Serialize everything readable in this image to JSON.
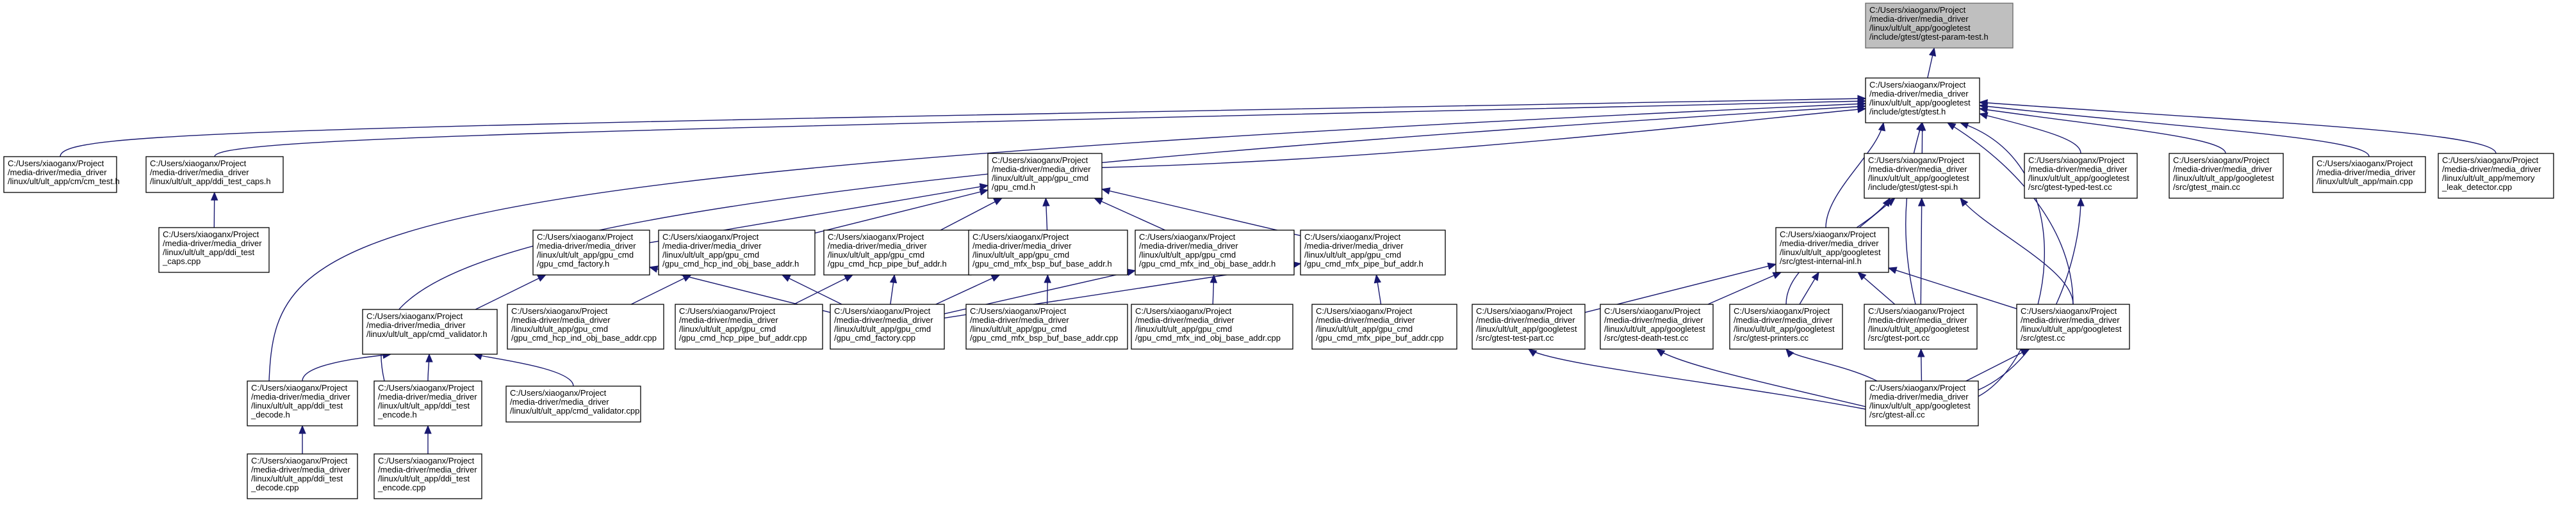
{
  "graph": {
    "nodes": [
      {
        "id": "root",
        "lines": [
          "C:/Users/xiaoganx/Project",
          "/media-driver/media_driver",
          "/linux/ult/ult_app/googletest",
          "/include/gtest/gtest-param-test.h"
        ]
      },
      {
        "id": "gtest_h",
        "lines": [
          "C:/Users/xiaoganx/Project",
          "/media-driver/media_driver",
          "/linux/ult/ult_app/googletest",
          "/include/gtest/gtest.h"
        ]
      },
      {
        "id": "cm_test",
        "lines": [
          "C:/Users/xiaoganx/Project",
          "/media-driver/media_driver",
          "/linux/ult/ult_app/cm/cm_test.h"
        ]
      },
      {
        "id": "ddi_test_caps_h",
        "lines": [
          "C:/Users/xiaoganx/Project",
          "/media-driver/media_driver",
          "/linux/ult/ult_app/ddi_test_caps.h"
        ]
      },
      {
        "id": "ddi_test_caps_cpp",
        "lines": [
          "C:/Users/xiaoganx/Project",
          "/media-driver/media_driver",
          "/linux/ult/ult_app/ddi_test",
          "_caps.cpp"
        ]
      },
      {
        "id": "gpu_cmd_h",
        "lines": [
          "C:/Users/xiaoganx/Project",
          "/media-driver/media_driver",
          "/linux/ult/ult_app/gpu_cmd",
          "/gpu_cmd.h"
        ]
      },
      {
        "id": "gpu_cmd_factory_h",
        "lines": [
          "C:/Users/xiaoganx/Project",
          "/media-driver/media_driver",
          "/linux/ult/ult_app/gpu_cmd",
          "/gpu_cmd_factory.h"
        ]
      },
      {
        "id": "hcp_ind",
        "lines": [
          "C:/Users/xiaoganx/Project",
          "/media-driver/media_driver",
          "/linux/ult/ult_app/gpu_cmd",
          "/gpu_cmd_hcp_ind_obj_base_addr.h"
        ]
      },
      {
        "id": "hcp_pipe",
        "lines": [
          "C:/Users/xiaoganx/Project",
          "/media-driver/media_driver",
          "/linux/ult/ult_app/gpu_cmd",
          "/gpu_cmd_hcp_pipe_buf_addr.h"
        ]
      },
      {
        "id": "mfx_bsp",
        "lines": [
          "C:/Users/xiaoganx/Project",
          "/media-driver/media_driver",
          "/linux/ult/ult_app/gpu_cmd",
          "/gpu_cmd_mfx_bsp_buf_base_addr.h"
        ]
      },
      {
        "id": "mfx_ind",
        "lines": [
          "C:/Users/xiaoganx/Project",
          "/media-driver/media_driver",
          "/linux/ult/ult_app/gpu_cmd",
          "/gpu_cmd_mfx_ind_obj_base_addr.h"
        ]
      },
      {
        "id": "mfx_pipe",
        "lines": [
          "C:/Users/xiaoganx/Project",
          "/media-driver/media_driver",
          "/linux/ult/ult_app/gpu_cmd",
          "/gpu_cmd_mfx_pipe_buf_addr.h"
        ]
      },
      {
        "id": "cmd_validator_h",
        "lines": [
          "C:/Users/xiaoganx/Project",
          "/media-driver/media_driver",
          "/linux/ult/ult_app/cmd_validator.h"
        ]
      },
      {
        "id": "hcp_ind_cpp",
        "lines": [
          "C:/Users/xiaoganx/Project",
          "/media-driver/media_driver",
          "/linux/ult/ult_app/gpu_cmd",
          "/gpu_cmd_hcp_ind_obj_base_addr.cpp"
        ]
      },
      {
        "id": "hcp_pipe_cpp",
        "lines": [
          "C:/Users/xiaoganx/Project",
          "/media-driver/media_driver",
          "/linux/ult/ult_app/gpu_cmd",
          "/gpu_cmd_hcp_pipe_buf_addr.cpp"
        ]
      },
      {
        "id": "factory_cpp",
        "lines": [
          "C:/Users/xiaoganx/Project",
          "/media-driver/media_driver",
          "/linux/ult/ult_app/gpu_cmd",
          "/gpu_cmd_factory.cpp"
        ]
      },
      {
        "id": "mfx_bsp_cpp",
        "lines": [
          "C:/Users/xiaoganx/Project",
          "/media-driver/media_driver",
          "/linux/ult/ult_app/gpu_cmd",
          "/gpu_cmd_mfx_bsp_buf_base_addr.cpp"
        ]
      },
      {
        "id": "mfx_ind_cpp",
        "lines": [
          "C:/Users/xiaoganx/Project",
          "/media-driver/media_driver",
          "/linux/ult/ult_app/gpu_cmd",
          "/gpu_cmd_mfx_ind_obj_base_addr.cpp"
        ]
      },
      {
        "id": "mfx_pipe_cpp",
        "lines": [
          "C:/Users/xiaoganx/Project",
          "/media-driver/media_driver",
          "/linux/ult/ult_app/gpu_cmd",
          "/gpu_cmd_mfx_pipe_buf_addr.cpp"
        ]
      },
      {
        "id": "cmd_validator_cpp",
        "lines": [
          "C:/Users/xiaoganx/Project",
          "/media-driver/media_driver",
          "/linux/ult/ult_app/cmd_validator.cpp"
        ]
      },
      {
        "id": "ddi_decode_h",
        "lines": [
          "C:/Users/xiaoganx/Project",
          "/media-driver/media_driver",
          "/linux/ult/ult_app/ddi_test",
          "_decode.h"
        ]
      },
      {
        "id": "ddi_encode_h",
        "lines": [
          "C:/Users/xiaoganx/Project",
          "/media-driver/media_driver",
          "/linux/ult/ult_app/ddi_test",
          "_encode.h"
        ]
      },
      {
        "id": "ddi_decode_cpp",
        "lines": [
          "C:/Users/xiaoganx/Project",
          "/media-driver/media_driver",
          "/linux/ult/ult_app/ddi_test",
          "_decode.cpp"
        ]
      },
      {
        "id": "ddi_encode_cpp",
        "lines": [
          "C:/Users/xiaoganx/Project",
          "/media-driver/media_driver",
          "/linux/ult/ult_app/ddi_test",
          "_encode.cpp"
        ]
      },
      {
        "id": "gtest_spi",
        "lines": [
          "C:/Users/xiaoganx/Project",
          "/media-driver/media_driver",
          "/linux/ult/ult_app/googletest",
          "/include/gtest/gtest-spi.h"
        ]
      },
      {
        "id": "typed_test",
        "lines": [
          "C:/Users/xiaoganx/Project",
          "/media-driver/media_driver",
          "/linux/ult/ult_app/googletest",
          "/src/gtest-typed-test.cc"
        ]
      },
      {
        "id": "gtest_main",
        "lines": [
          "C:/Users/xiaoganx/Project",
          "/media-driver/media_driver",
          "/linux/ult/ult_app/googletest",
          "/src/gtest_main.cc"
        ]
      },
      {
        "id": "main_cpp",
        "lines": [
          "C:/Users/xiaoganx/Project",
          "/media-driver/media_driver",
          "/linux/ult/ult_app/main.cpp"
        ]
      },
      {
        "id": "memory_leak",
        "lines": [
          "C:/Users/xiaoganx/Project",
          "/media-driver/media_driver",
          "/linux/ult/ult_app/memory",
          "_leak_detector.cpp"
        ]
      },
      {
        "id": "internal_inl",
        "lines": [
          "C:/Users/xiaoganx/Project",
          "/media-driver/media_driver",
          "/linux/ult/ult_app/googletest",
          "/src/gtest-internal-inl.h"
        ]
      },
      {
        "id": "test_part",
        "lines": [
          "C:/Users/xiaoganx/Project",
          "/media-driver/media_driver",
          "/linux/ult/ult_app/googletest",
          "/src/gtest-test-part.cc"
        ]
      },
      {
        "id": "death_test",
        "lines": [
          "C:/Users/xiaoganx/Project",
          "/media-driver/media_driver",
          "/linux/ult/ult_app/googletest",
          "/src/gtest-death-test.cc"
        ]
      },
      {
        "id": "printers",
        "lines": [
          "C:/Users/xiaoganx/Project",
          "/media-driver/media_driver",
          "/linux/ult/ult_app/googletest",
          "/src/gtest-printers.cc"
        ]
      },
      {
        "id": "port",
        "lines": [
          "C:/Users/xiaoganx/Project",
          "/media-driver/media_driver",
          "/linux/ult/ult_app/googletest",
          "/src/gtest-port.cc"
        ]
      },
      {
        "id": "gtest_cc",
        "lines": [
          "C:/Users/xiaoganx/Project",
          "/media-driver/media_driver",
          "/linux/ult/ult_app/googletest",
          "/src/gtest.cc"
        ]
      },
      {
        "id": "gtest_all",
        "lines": [
          "C:/Users/xiaoganx/Project",
          "/media-driver/media_driver",
          "/linux/ult/ult_app/googletest",
          "/src/gtest-all.cc"
        ]
      }
    ],
    "edges": [
      [
        "gtest_h",
        "root"
      ],
      [
        "cm_test",
        "gtest_h"
      ],
      [
        "ddi_test_caps_h",
        "gtest_h"
      ],
      [
        "gpu_cmd_h",
        "gtest_h"
      ],
      [
        "ddi_decode_h",
        "gtest_h"
      ],
      [
        "ddi_encode_h",
        "gtest_h"
      ],
      [
        "internal_inl",
        "gtest_h"
      ],
      [
        "gtest_spi",
        "gtest_h"
      ],
      [
        "port",
        "gtest_h"
      ],
      [
        "gtest_cc",
        "gtest_h"
      ],
      [
        "gtest_all",
        "gtest_h"
      ],
      [
        "typed_test",
        "gtest_h"
      ],
      [
        "gtest_main",
        "gtest_h"
      ],
      [
        "main_cpp",
        "gtest_h"
      ],
      [
        "memory_leak",
        "gtest_h"
      ],
      [
        "ddi_test_caps_cpp",
        "ddi_test_caps_h"
      ],
      [
        "gpu_cmd_factory_h",
        "gpu_cmd_h"
      ],
      [
        "hcp_ind",
        "gpu_cmd_h"
      ],
      [
        "hcp_pipe",
        "gpu_cmd_h"
      ],
      [
        "mfx_bsp",
        "gpu_cmd_h"
      ],
      [
        "mfx_ind",
        "gpu_cmd_h"
      ],
      [
        "mfx_pipe",
        "gpu_cmd_h"
      ],
      [
        "cmd_validator_h",
        "gpu_cmd_factory_h"
      ],
      [
        "factory_cpp",
        "gpu_cmd_factory_h"
      ],
      [
        "hcp_ind_cpp",
        "hcp_ind"
      ],
      [
        "factory_cpp",
        "hcp_ind"
      ],
      [
        "hcp_pipe_cpp",
        "hcp_pipe"
      ],
      [
        "factory_cpp",
        "hcp_pipe"
      ],
      [
        "mfx_bsp_cpp",
        "mfx_bsp"
      ],
      [
        "factory_cpp",
        "mfx_bsp"
      ],
      [
        "mfx_ind_cpp",
        "mfx_ind"
      ],
      [
        "factory_cpp",
        "mfx_ind"
      ],
      [
        "mfx_pipe_cpp",
        "mfx_pipe"
      ],
      [
        "factory_cpp",
        "mfx_pipe"
      ],
      [
        "ddi_decode_h",
        "cmd_validator_h"
      ],
      [
        "ddi_encode_h",
        "cmd_validator_h"
      ],
      [
        "cmd_validator_cpp",
        "cmd_validator_h"
      ],
      [
        "ddi_decode_cpp",
        "ddi_decode_h"
      ],
      [
        "ddi_encode_cpp",
        "ddi_encode_h"
      ],
      [
        "internal_inl",
        "gtest_spi"
      ],
      [
        "printers",
        "gtest_spi"
      ],
      [
        "port",
        "gtest_spi"
      ],
      [
        "gtest_cc",
        "gtest_spi"
      ],
      [
        "test_part",
        "internal_inl"
      ],
      [
        "death_test",
        "internal_inl"
      ],
      [
        "printers",
        "internal_inl"
      ],
      [
        "port",
        "internal_inl"
      ],
      [
        "gtest_cc",
        "internal_inl"
      ],
      [
        "gtest_all",
        "test_part"
      ],
      [
        "gtest_all",
        "death_test"
      ],
      [
        "gtest_all",
        "printers"
      ],
      [
        "gtest_all",
        "port"
      ],
      [
        "gtest_all",
        "gtest_cc"
      ],
      [
        "gtest_all",
        "typed_test"
      ]
    ]
  }
}
